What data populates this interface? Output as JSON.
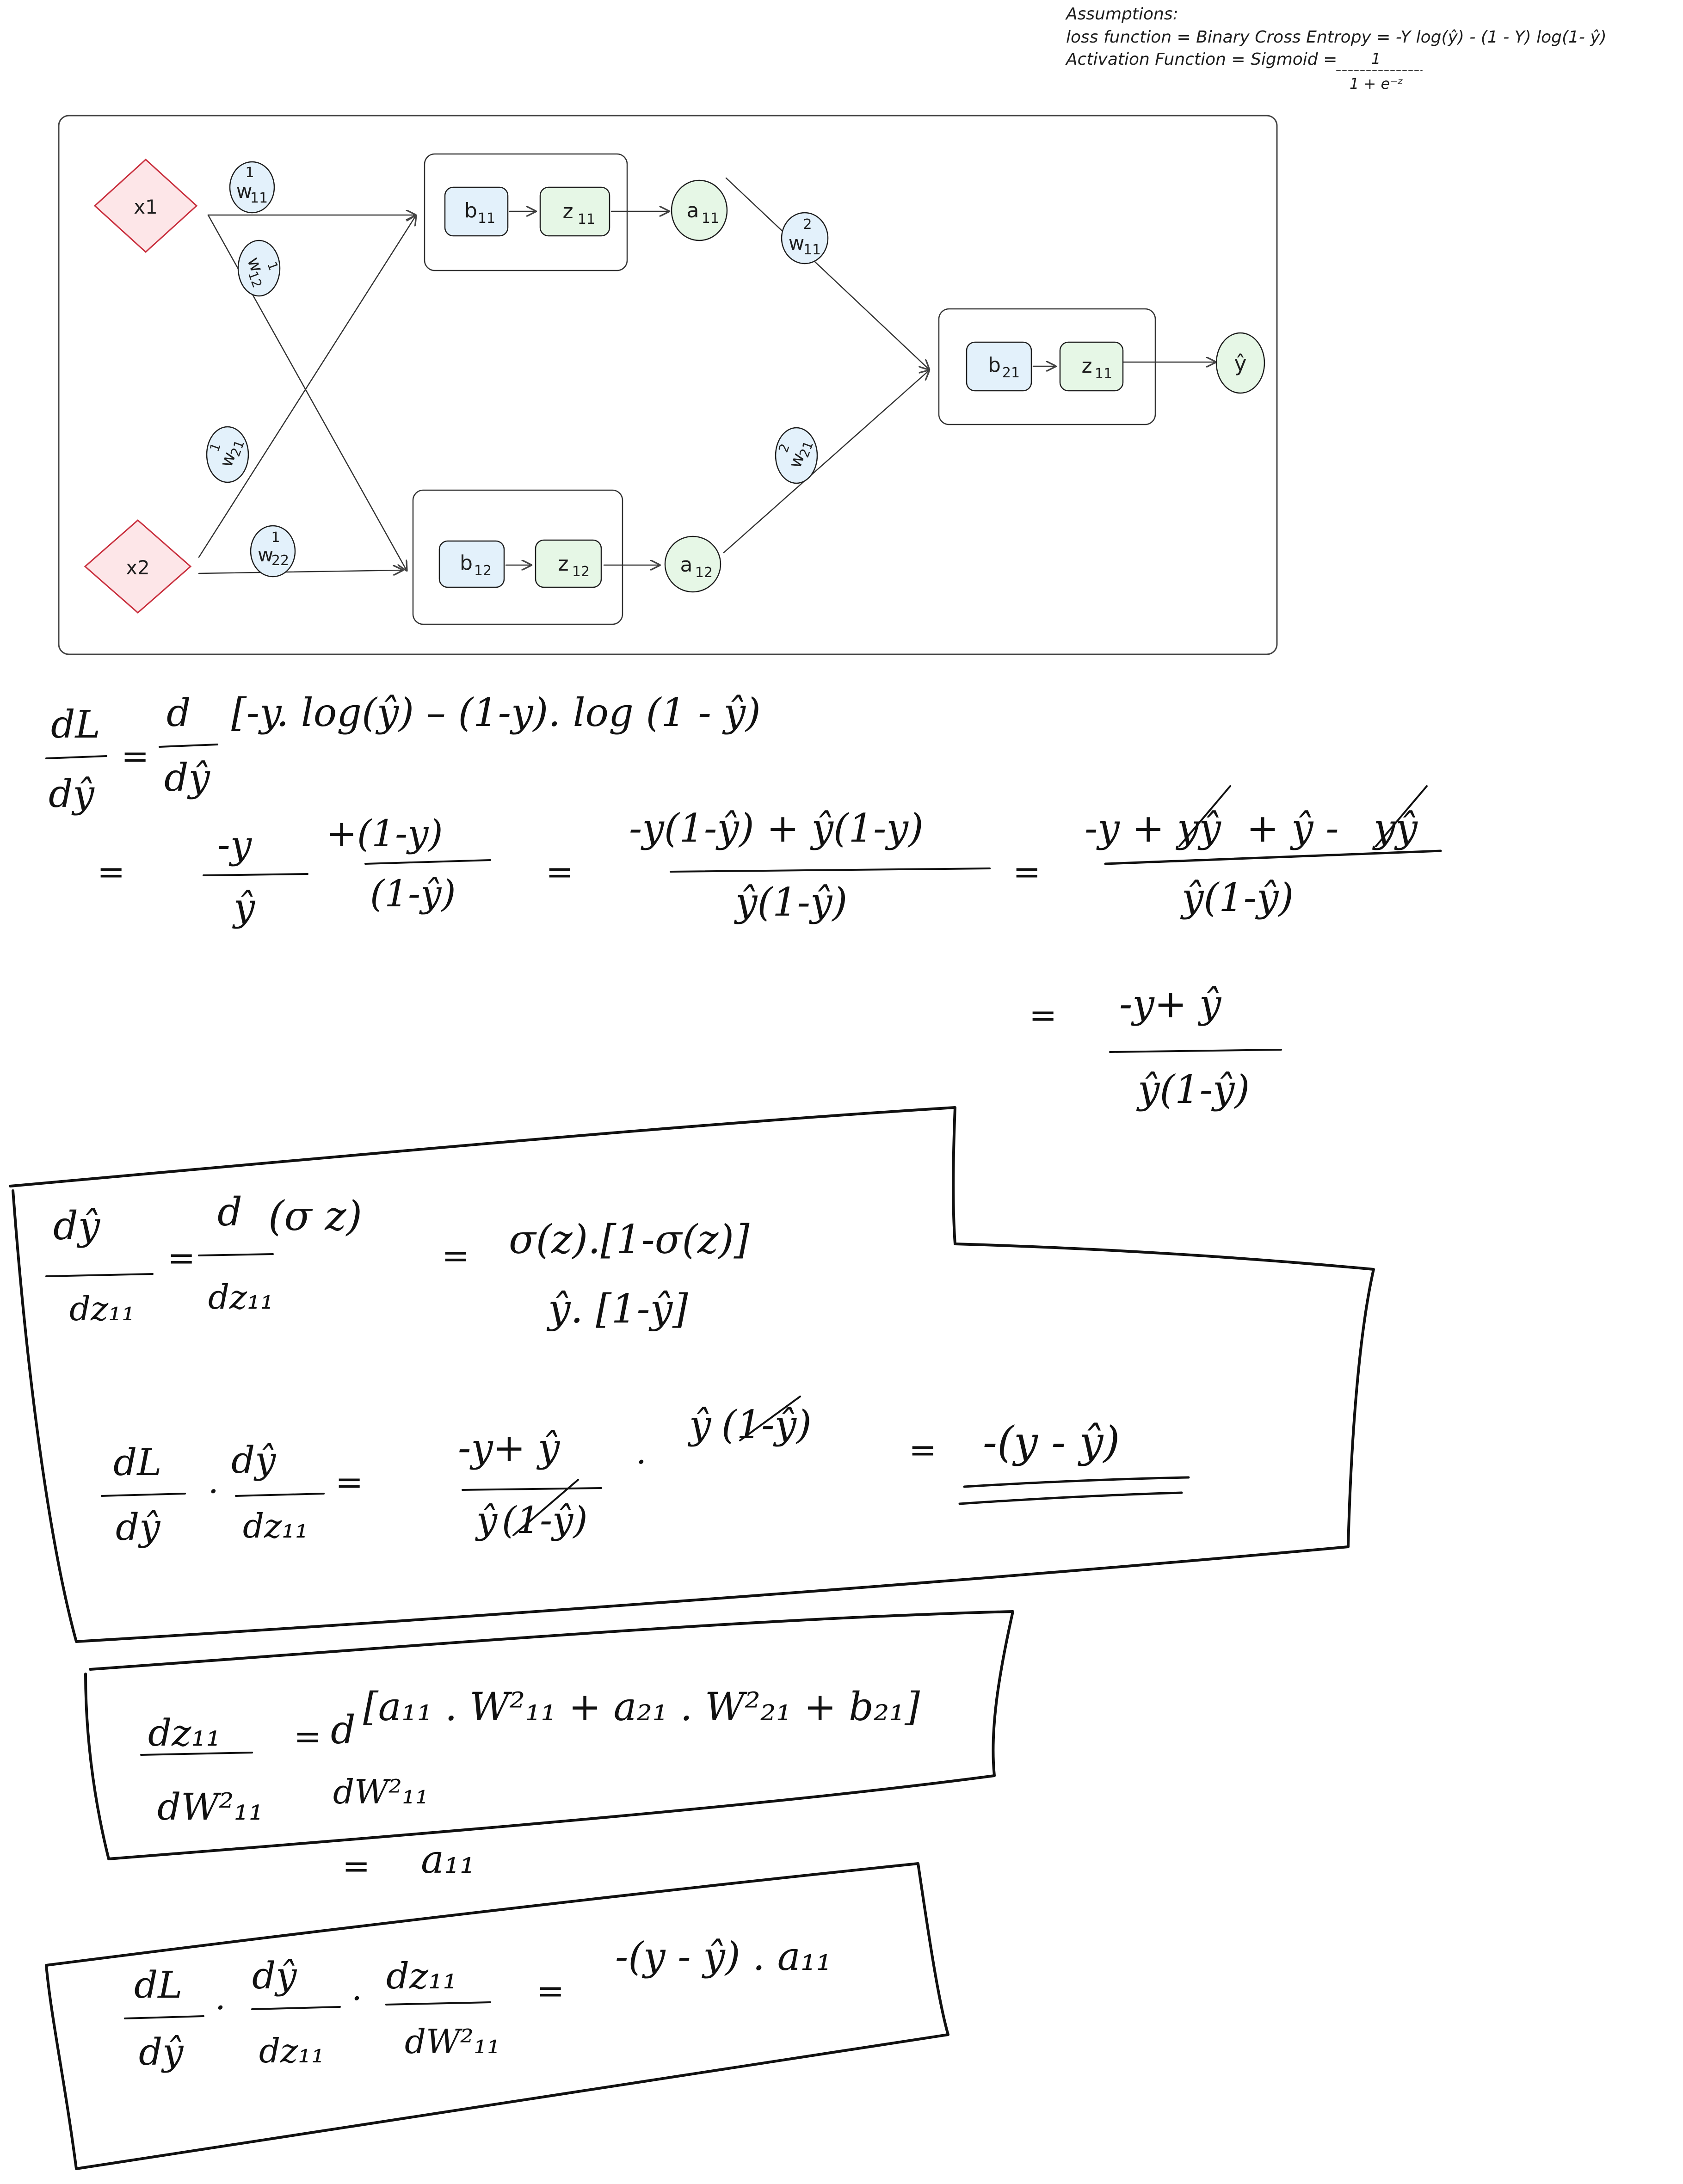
{
  "assumptions": {
    "heading": "Assumptions:",
    "loss_line": "loss function = Binary Cross Entropy = -Y log(ŷ) - (1 - Y) log(1- ŷ)",
    "activation_line": "Activation Function = Sigmoid =",
    "sigmoid_numerator": "1",
    "sigmoid_denominator": "1 + e⁻ᶻ"
  },
  "network": {
    "inputs": {
      "x1": "x1",
      "x2": "x2"
    },
    "layer1_weights": {
      "w11": "w",
      "w11_sup": "1",
      "w11_sub": "11",
      "w12": "w",
      "w12_sup": "1",
      "w12_sub": "12",
      "w21": "w",
      "w21_sup": "1",
      "w21_sub": "21",
      "w22": "w",
      "w22_sup": "1",
      "w22_sub": "22"
    },
    "neuron_11": {
      "bias": "b",
      "bias_sub": "11",
      "z": "z",
      "z_sub": "11",
      "a": "a",
      "a_sub": "11"
    },
    "neuron_12": {
      "bias": "b",
      "bias_sub": "12",
      "z": "z",
      "z_sub": "12",
      "a": "a",
      "a_sub": "12"
    },
    "layer2_weights": {
      "w11": "w",
      "w11_sup": "2",
      "w11_sub": "11",
      "w21": "w",
      "w21_sup": "2",
      "w21_sub": "21"
    },
    "neuron_21": {
      "bias": "b",
      "bias_sub": "21",
      "z": "z",
      "z_sub": "11"
    },
    "output": "ŷ"
  },
  "derivation": {
    "eq1": {
      "lhs_num": "dL",
      "lhs_den": "dŷ",
      "eq": "=",
      "op_num": "d",
      "op_den": "dŷ",
      "expr": "[-y. log(ŷ) – (1-y). log (1 - ŷ)"
    },
    "eq2": {
      "eq": "=",
      "t1_num": "-y",
      "t1_den": "ŷ",
      "t2_num": "+(1-y)",
      "t2_den": "(1-ŷ)",
      "eq_b": "=",
      "mid_num": "-y(1-ŷ) + ŷ(1-y)",
      "mid_den": "ŷ(1-ŷ)",
      "eq_c": "=",
      "r_num_a": "-y +",
      "r_num_b": "yŷ",
      "r_num_c": "+ ŷ -",
      "r_num_d": "yŷ",
      "r_den": "ŷ(1-ŷ)"
    },
    "eq3": {
      "eq": "=",
      "num": "-y+ ŷ",
      "den": "ŷ(1-ŷ)"
    }
  },
  "box1": {
    "lhs_num": "dŷ",
    "lhs_den": "dz₁₁",
    "eq": "=",
    "op_num": "d",
    "op_den": "dz₁₁",
    "op_expr": "(σ z)",
    "eq_b": "=",
    "rhs1": "σ(z).[1-σ(z)]",
    "rhs2": "ŷ. [1-ŷ]",
    "chain_a_num": "dL",
    "chain_a_den": "dŷ",
    "chain_dot": "·",
    "chain_b_num": "dŷ",
    "chain_b_den": "dz₁₁",
    "chain_eq": "=",
    "frac_num": "-y+ ŷ",
    "frac_den_a": "ŷ",
    "frac_den_b": "(1-ŷ)",
    "mul": ".",
    "mul_term_a": "ŷ",
    "mul_term_b": "(1-ŷ)",
    "res_eq": "=",
    "result": "-(y - ŷ)"
  },
  "box2": {
    "lhs_num": "dz₁₁",
    "lhs_den": "dW²₁₁",
    "eq": "=",
    "op_num": "d",
    "op_den": "dW²₁₁",
    "expr": "[a₁₁ . W²₁₁ + a₂₁ . W²₂₁ + b₂₁]",
    "eq_b": "=",
    "result": "a₁₁"
  },
  "box3": {
    "a_num": "dL",
    "a_den": "dŷ",
    "dot1": ".",
    "b_num": "dŷ",
    "b_den": "dz₁₁",
    "dot2": ".",
    "c_num": "dz₁₁",
    "c_den": "dW²₁₁",
    "eq": "=",
    "result": "-(y - ŷ) . a₁₁"
  }
}
